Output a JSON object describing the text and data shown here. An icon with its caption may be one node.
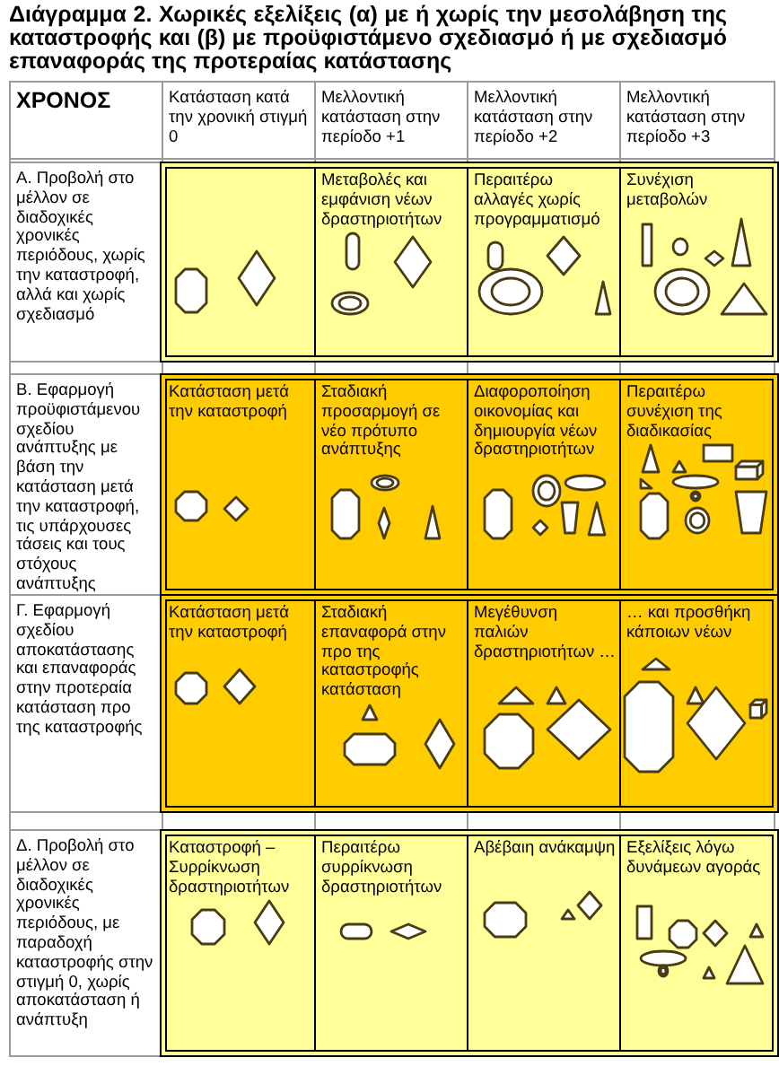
{
  "diagram": {
    "title": "Διάγραμμα 2. Χωρικές εξελίξεις (α) με ή χωρίς την μεσολάβηση της καταστροφής και (β) με προϋφιστάμενο σχεδιασμό ή με σχεδιασμό επαναφοράς της προτεραίας κατάστασης",
    "labels": [
      "ΧΡΟΝΟΣ",
      "Κατάσταση κατά την χρονική στιγμή 0",
      "Μελλοντική κατάσταση στην περίοδο +1",
      "Μελλοντική κατάσταση στην περίοδο +2",
      "Μελλοντική κατάσταση στην περίοδο +3",
      "Α. Προβολή στο μέλλον σε διαδοχικές χρονικές περιόδους, χωρίς την καταστροφή, αλλά και χωρίς σχεδιασμό",
      "Μεταβολές και εμφάνιση νέων δραστηριοτήτων",
      "Περαιτέρω αλλαγές χωρίς προγραμματισμό",
      "Συνέχιση μεταβολών",
      "Β. Εφαρμογή προϋφιστάμενου σχεδίου ανάπτυξης με βάση την κατάσταση μετά την καταστροφή, τις υπάρχουσες τάσεις και τους στόχους ανάπτυξης",
      "Κατάσταση μετά την καταστροφή",
      "Σταδιακή προσαρμογή σε νέο πρότυπο ανάπτυξης",
      "Διαφοροποίηση οικονομίας και δημιουργία νέων δραστηριοτήτων",
      "Περαιτέρω συνέχιση της διαδικασίας",
      "Γ. Εφαρμογή σχεδίου αποκατάστασης και επαναφοράς στην προτεραία κατάσταση προ της καταστροφής",
      "Κατάσταση μετά την καταστροφή",
      "Σταδιακή επαναφορά στην προ της καταστροφής κατάσταση",
      "Μεγέθυνση παλιών δραστηριοτήτων …",
      "… και προσθήκη κάποιων νέων",
      "Δ. Προβολή στο μέλλον σε διαδοχικές χρονικές περιόδους, με παραδοχή καταστροφής στην στιγμή 0, χωρίς αποκατάσταση ή ανάπτυξη",
      "Καταστροφή – Συρρίκνωση δραστηριοτήτων",
      "Περαιτέρω συρρίκνωση δραστηριοτήτων",
      "Αβέβαιη ανάκαμψη",
      "Εξελίξεις λόγω δυνάμεων αγοράς"
    ]
  }
}
